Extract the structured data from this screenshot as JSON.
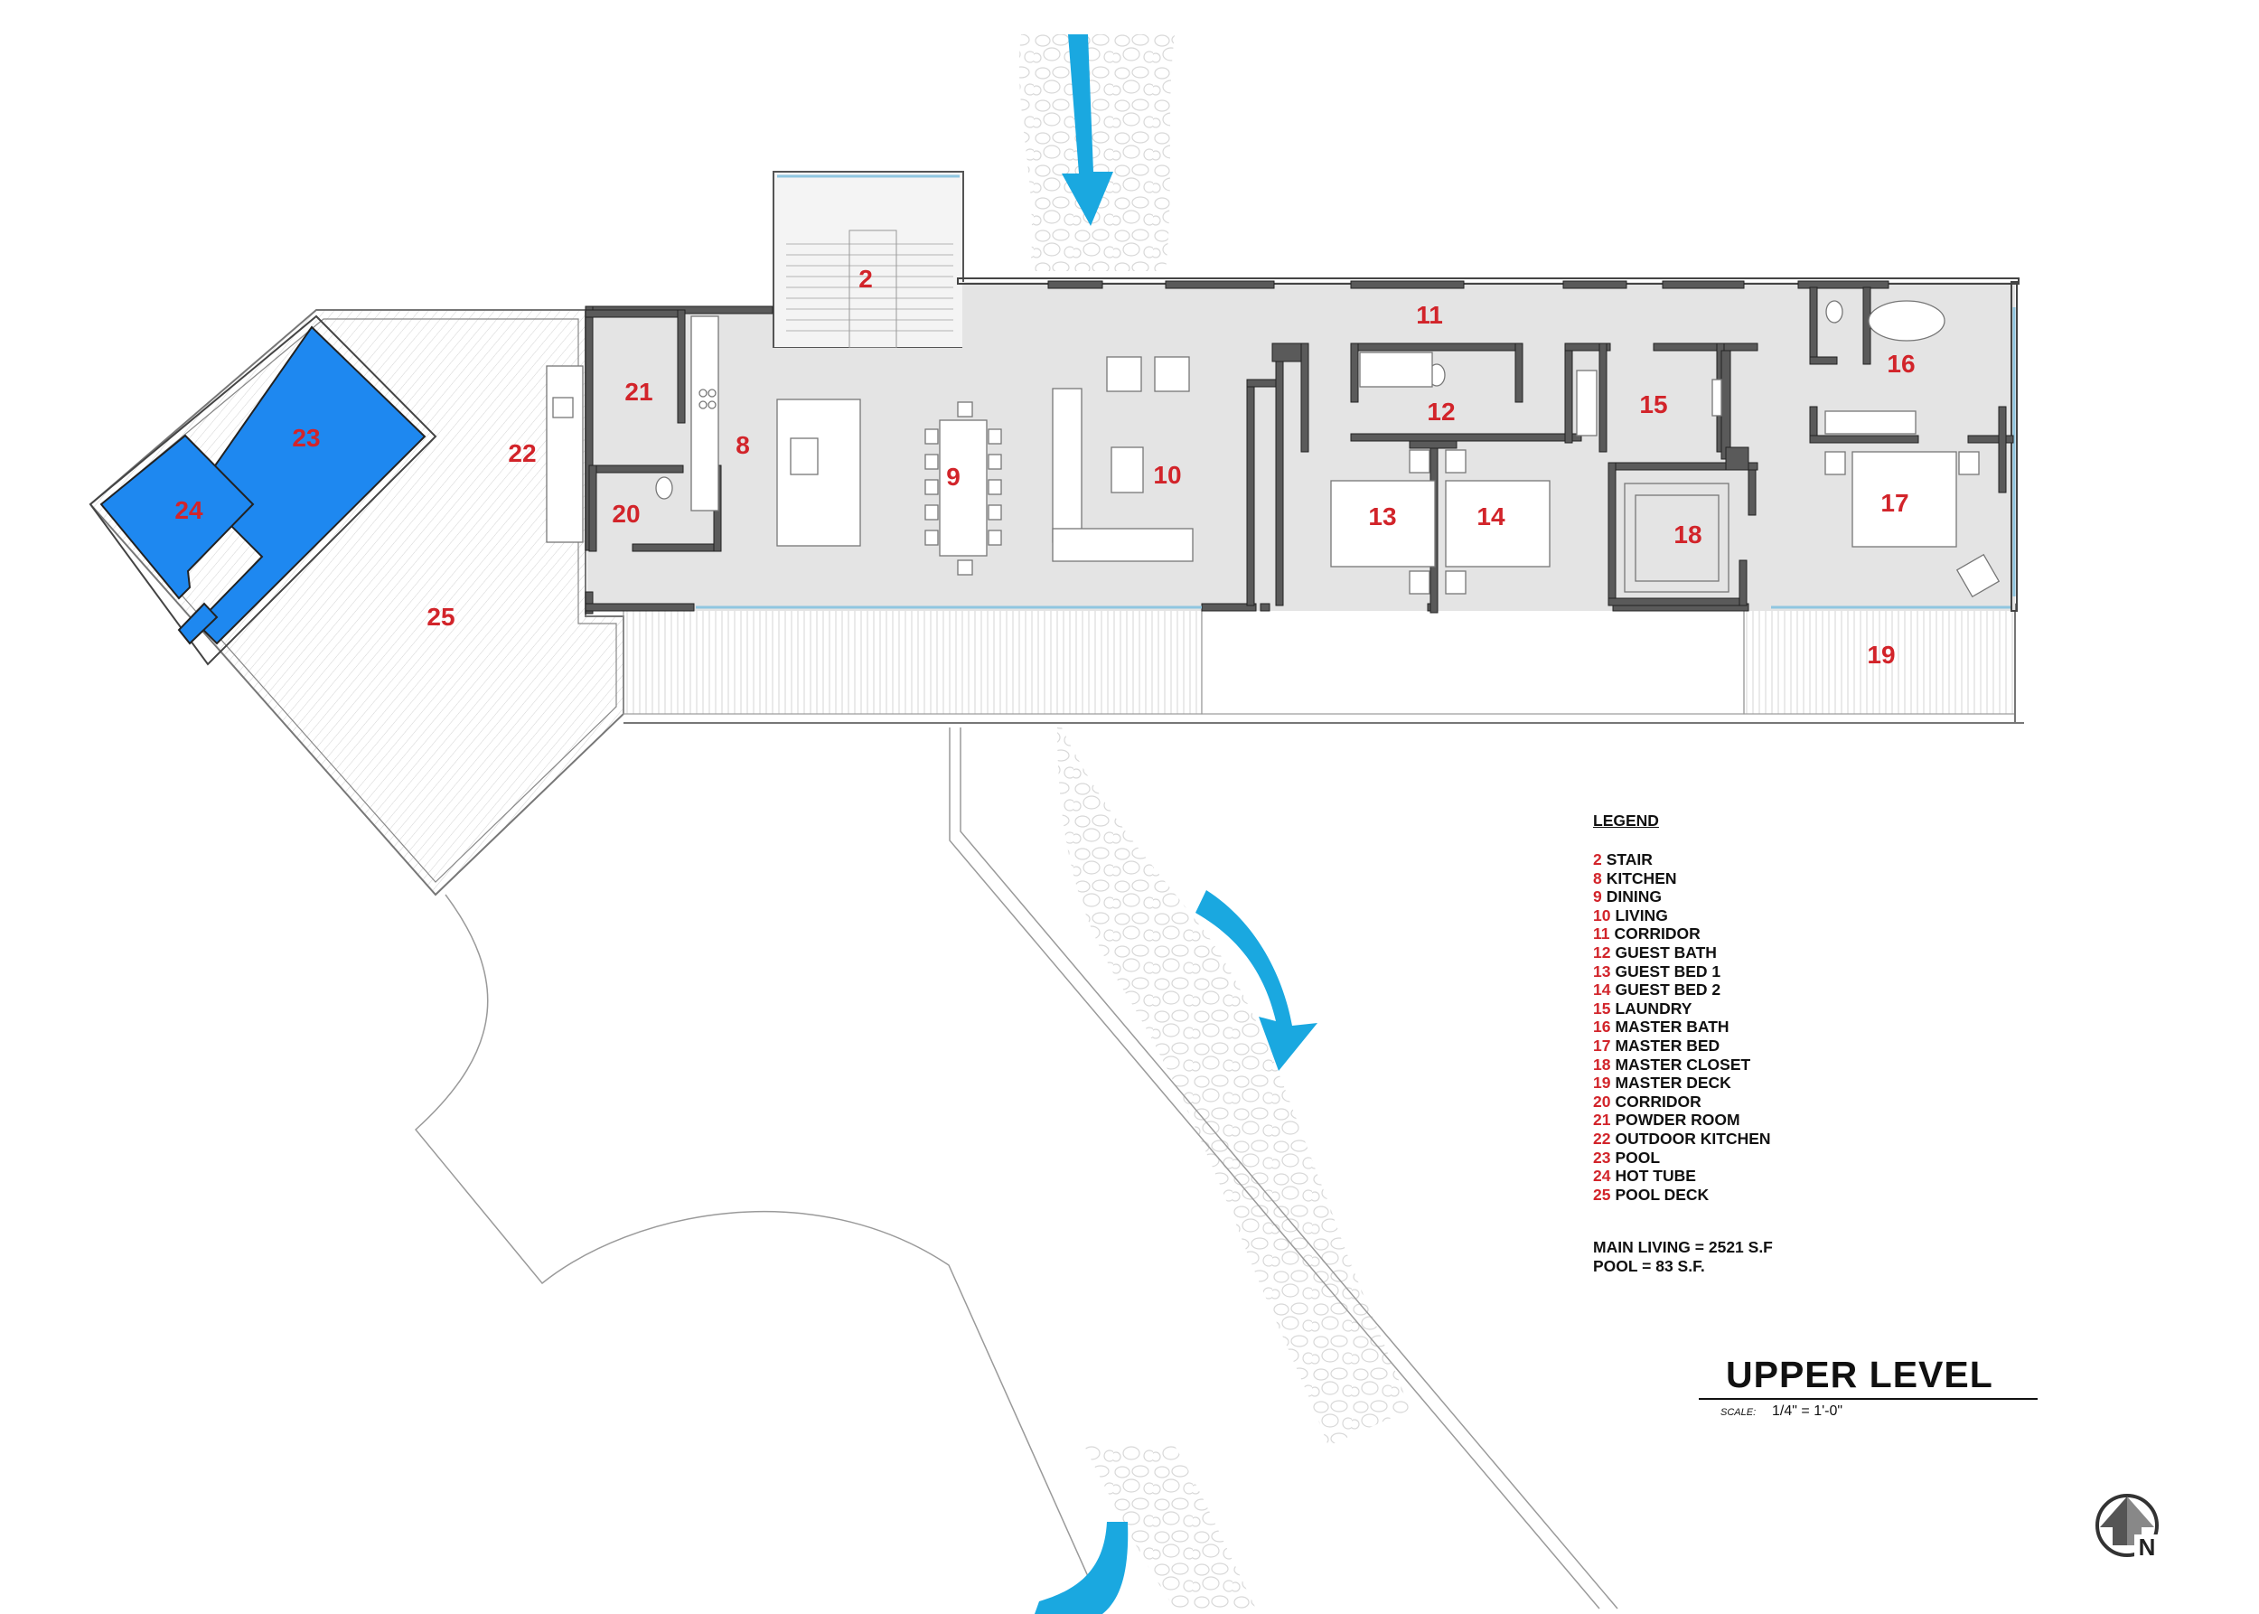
{
  "drawing": {
    "title": "UPPER LEVEL",
    "scale_label": "SCALE:",
    "scale_value": "1/4\" = 1'-0\"",
    "north_label": "N"
  },
  "rooms": [
    {
      "id": "2",
      "name": "STAIR"
    },
    {
      "id": "8",
      "name": "KITCHEN"
    },
    {
      "id": "9",
      "name": "DINING"
    },
    {
      "id": "10",
      "name": "LIVING"
    },
    {
      "id": "11",
      "name": "CORRIDOR"
    },
    {
      "id": "12",
      "name": "GUEST BATH"
    },
    {
      "id": "13",
      "name": "GUEST BED 1"
    },
    {
      "id": "14",
      "name": "GUEST BED 2"
    },
    {
      "id": "15",
      "name": "LAUNDRY"
    },
    {
      "id": "16",
      "name": "MASTER BATH"
    },
    {
      "id": "17",
      "name": "MASTER BED"
    },
    {
      "id": "18",
      "name": "MASTER CLOSET"
    },
    {
      "id": "19",
      "name": "MASTER DECK"
    },
    {
      "id": "20",
      "name": "CORRIDOR"
    },
    {
      "id": "21",
      "name": "POWDER ROOM"
    },
    {
      "id": "22",
      "name": "OUTDOOR KITCHEN"
    },
    {
      "id": "23",
      "name": "POOL"
    },
    {
      "id": "24",
      "name": "HOT TUBE"
    },
    {
      "id": "25",
      "name": "POOL DECK"
    }
  ],
  "legend": {
    "title": "LEGEND",
    "main_living": "MAIN LIVING = 2521 S.F",
    "pool_area": "POOL = 83 S.F."
  },
  "colors": {
    "room_number": "#d2242a",
    "water": "#1e88f0",
    "arrow": "#1aa8e0",
    "interior_floor": "#e4e4e4",
    "wall": "#5a5a5a",
    "deck_hatch": "#cfcfcf"
  },
  "icons": {
    "flow_arrow": "arrow-icon",
    "north": "north-arrow-icon"
  }
}
